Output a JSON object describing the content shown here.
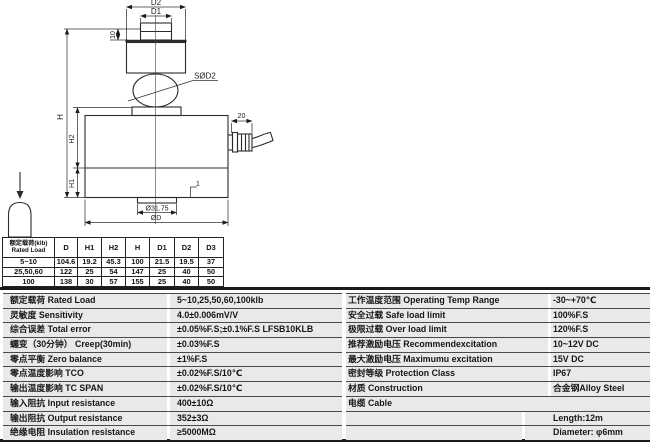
{
  "drawing": {
    "labels": {
      "d2": "D2",
      "d1": "D1",
      "step10": "10",
      "ball": "SØD2",
      "h": "H",
      "h2": "H2",
      "h1": "H1",
      "twenty": "20",
      "one": "1",
      "boss": "Ø31.75",
      "od": "ØD"
    }
  },
  "dim_table": {
    "header": {
      "col0_line1": "额定载荷(klb)",
      "col0_line2": "Rated Load",
      "cols": [
        "D",
        "H1",
        "H2",
        "H",
        "D1",
        "D2",
        "D3"
      ]
    },
    "rows": [
      [
        "5~10",
        "104.6",
        "19.2",
        "45.3",
        "100",
        "21.5",
        "19.5",
        "37"
      ],
      [
        "25,50,60",
        "122",
        "25",
        "54",
        "147",
        "25",
        "40",
        "50"
      ],
      [
        "100",
        "138",
        "30",
        "57",
        "155",
        "25",
        "40",
        "50"
      ]
    ]
  },
  "specs": {
    "left": [
      {
        "label": "额定载荷 Rated Load",
        "value": "5~10,25,50,60,100klb"
      },
      {
        "label": "灵敏度 Sensitivity",
        "value": "4.0±0.006mV/V"
      },
      {
        "label": "综合误差 Total error",
        "value": "±0.05%F.S;±0.1%F.S LFSB10KLB"
      },
      {
        "label": "蠕变（30分钟） Creep(30min)",
        "value": "±0.03%F.S"
      },
      {
        "label": "零点平衡 Zero balance",
        "value": "±1%F.S"
      },
      {
        "label": "零点温度影响 TCO",
        "value": "±0.02%F.S/10℃"
      },
      {
        "label": "输出温度影响 TC SPAN",
        "value": "±0.02%F.S/10℃"
      },
      {
        "label": "输入阻抗 Input resistance",
        "value": "400±10Ω"
      },
      {
        "label": "输出阻抗 Output resistance",
        "value": "352±3Ω"
      },
      {
        "label": "绝缘电阻 Insulation resistance",
        "value": "≥5000MΩ"
      }
    ],
    "right": [
      {
        "label": "工作温度范围 Operating Temp Range",
        "value": "-30~+70℃"
      },
      {
        "label": "安全过载 Safe load limit",
        "value": "100%F.S"
      },
      {
        "label": "极限过载 Over load limit",
        "value": "120%F.S"
      },
      {
        "label": "推荐激励电压 Recommendexcitation",
        "value": "10~12V DC"
      },
      {
        "label": "最大激励电压 Maximumu excitation",
        "value": "15V DC"
      },
      {
        "label": "密封等级 Protection Class",
        "value": "IP67"
      },
      {
        "label": "材质 Construction",
        "value": "合金钢Alloy Steel"
      },
      {
        "label": "电缆 Cable",
        "value": ""
      },
      {
        "label": "",
        "value": "Length:12m"
      },
      {
        "label": "",
        "value": "Diameter: φ6mm"
      }
    ]
  },
  "colors": {
    "row_bg": "#e9e9e9",
    "thin_rule": "#4a4a4a",
    "heavy_rule": "#1a1a1a",
    "ink": "#1c1c1c"
  }
}
